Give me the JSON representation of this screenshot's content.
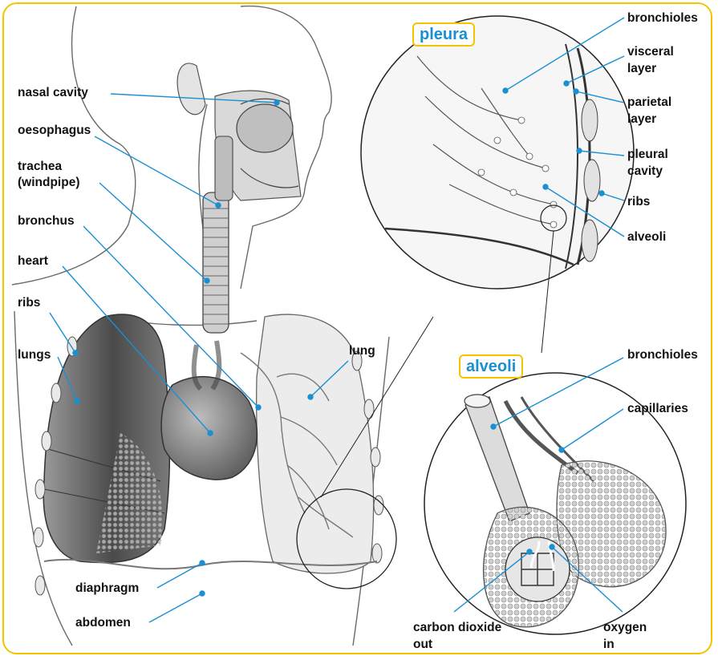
{
  "colors": {
    "frame": "#f5c400",
    "leader": "#1a8fd1",
    "badge_text": "#1a8fd1"
  },
  "badges": {
    "pleura": "pleura",
    "alveoli": "alveoli"
  },
  "labels": {
    "nasal_cavity": "nasal cavity",
    "oesophagus": "oesophagus",
    "trachea_1": "trachea",
    "trachea_2": "(windpipe)",
    "bronchus": "bronchus",
    "heart": "heart",
    "ribs_left": "ribs",
    "lungs": "lungs",
    "lung": "lung",
    "diaphragm": "diaphragm",
    "abdomen": "abdomen",
    "bronchioles_top": "bronchioles",
    "visceral_1": "visceral",
    "visceral_2": "layer",
    "parietal_1": "parietal",
    "parietal_2": "layer",
    "pleural_1": "pleural",
    "pleural_2": "cavity",
    "ribs_right": "ribs",
    "alveoli_top": "alveoli",
    "bronchioles_bottom": "bronchioles",
    "capillaries": "capillaries",
    "co2_1": "carbon dioxide",
    "co2_2": "out",
    "oxygen_1": "oxygen",
    "oxygen_2": "in"
  }
}
